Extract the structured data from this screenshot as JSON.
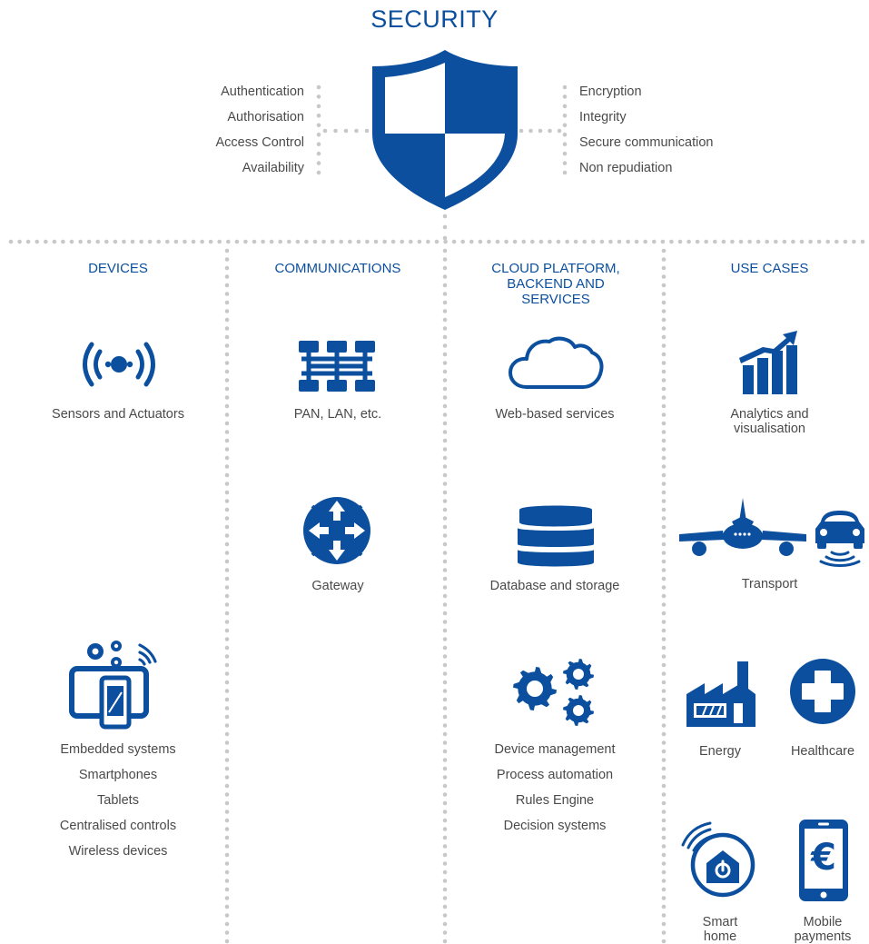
{
  "title": "SECURITY",
  "security_left": [
    "Authentication",
    "Authorisation",
    "Access Control",
    "Availability"
  ],
  "security_right": [
    "Encryption",
    "Integrity",
    "Secure communication",
    "Non repudiation"
  ],
  "columns": {
    "devices": {
      "heading": "DEVICES",
      "sensor_label": "Sensors and Actuators",
      "embedded_list": [
        "Embedded systems",
        "Smartphones",
        "Tablets",
        "Centralised controls",
        "Wireless devices"
      ]
    },
    "communications": {
      "heading": "COMMUNICATIONS",
      "network_label": "PAN, LAN, etc.",
      "gateway_label": "Gateway"
    },
    "cloud": {
      "heading_lines": [
        "CLOUD PLATFORM,",
        "BACKEND AND",
        "SERVICES"
      ],
      "web_label": "Web-based services",
      "db_label": "Database and storage",
      "mgmt_list": [
        "Device management",
        "Process automation",
        "Rules Engine",
        "Decision systems"
      ]
    },
    "use_cases": {
      "heading": "USE CASES",
      "analytics_lines": [
        "Analytics and",
        "visualisation"
      ],
      "transport_label": "Transport",
      "energy_label": "Energy",
      "healthcare_label": "Healthcare",
      "smarthome_lines": [
        "Smart",
        "home"
      ],
      "payments_lines": [
        "Mobile",
        "payments"
      ],
      "euro_symbol": "€"
    }
  },
  "colors": {
    "brand_blue": "#0b4f9e",
    "dot_grey": "#c8c8c8",
    "text_grey": "#4a4a4a"
  },
  "icons": [
    "shield-icon",
    "wireless-sensor-icon",
    "tablet-phone-gears-icon",
    "network-icon",
    "gateway-icon",
    "cloud-icon",
    "database-icon",
    "gears-icon",
    "analytics-chart-icon",
    "airplane-icon",
    "car-icon",
    "factory-icon",
    "healthcare-cross-icon",
    "smart-home-icon",
    "mobile-payment-icon"
  ]
}
